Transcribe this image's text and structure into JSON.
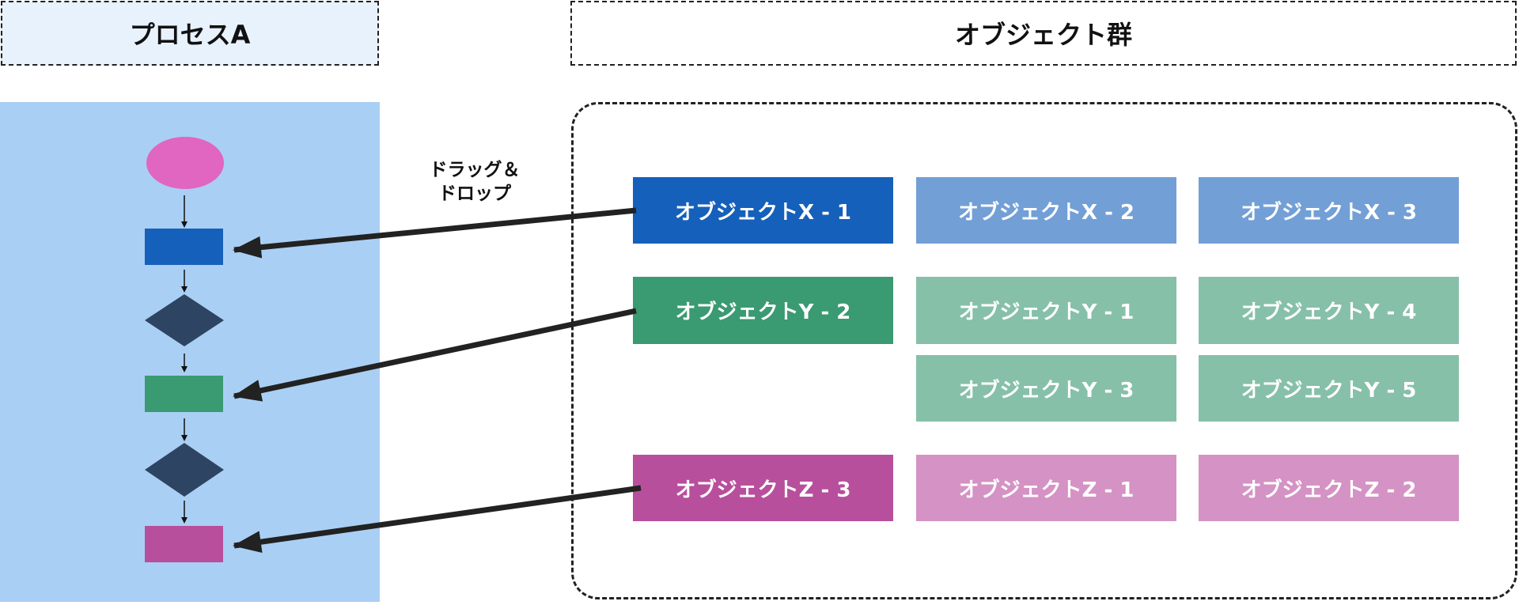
{
  "process": {
    "title": "プロセスA",
    "steps": [
      {
        "shape": "ellipse",
        "color": "#e066c1"
      },
      {
        "shape": "rect",
        "color": "#1560ba"
      },
      {
        "shape": "diamond",
        "color": "#2d4462"
      },
      {
        "shape": "rect",
        "color": "#3a9a72"
      },
      {
        "shape": "diamond",
        "color": "#2d4462"
      },
      {
        "shape": "rect",
        "color": "#b84f9c"
      }
    ]
  },
  "objects": {
    "title": "オブジェクト群",
    "rows": [
      [
        {
          "label": "オブジェクトX - 1",
          "color": "#1560ba"
        },
        {
          "label": "オブジェクトX - 2",
          "color": "#729fd6"
        },
        {
          "label": "オブジェクトX - 3",
          "color": "#729fd6"
        }
      ],
      [
        {
          "label": "オブジェクトY - 2",
          "color": "#3a9a72"
        },
        {
          "label": "オブジェクトY - 1",
          "color": "#86c0a8"
        },
        {
          "label": "オブジェクトY - 4",
          "color": "#86c0a8"
        }
      ],
      [
        {
          "label": "オブジェクトY - 3",
          "color": "#86c0a8"
        },
        {
          "label": "オブジェクトY - 5",
          "color": "#86c0a8"
        }
      ],
      [
        {
          "label": "オブジェクトZ - 3",
          "color": "#b84f9c"
        },
        {
          "label": "オブジェクトZ - 1",
          "color": "#d493c4"
        },
        {
          "label": "オブジェクトZ - 2",
          "color": "#d493c4"
        }
      ]
    ]
  },
  "drag_label": {
    "line1": "ドラッグ＆",
    "line2": "ドロップ"
  },
  "colors": {
    "arrow": "#222222",
    "connector": "#111111"
  }
}
